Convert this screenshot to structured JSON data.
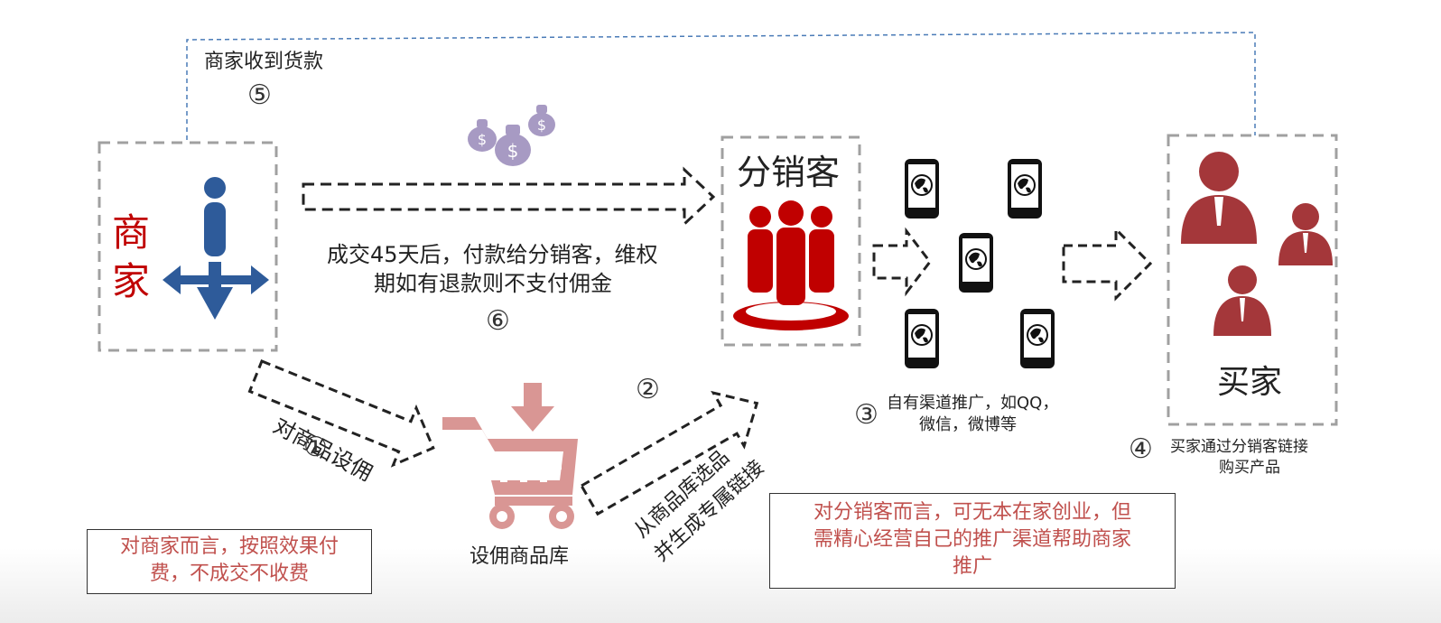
{
  "merchant": {
    "label_line1": "商",
    "label_line2": "家"
  },
  "distributor": {
    "label": "分销客"
  },
  "buyer": {
    "label": "买家"
  },
  "top_payment": {
    "text": "商家收到货款",
    "step": "⑤"
  },
  "settlement": {
    "line1": "成交45天后，付款给分销客，维权",
    "line2": "期如有退款则不支付佣金",
    "step": "⑥"
  },
  "step1": {
    "label": "对商品设佣",
    "step": "①"
  },
  "step2": {
    "label_line1": "从商品库选品",
    "label_line2": "并生成专属链接",
    "step": "②"
  },
  "step3": {
    "line1": "自有渠道推广，如QQ，",
    "line2": "微信，微博等",
    "step": "③"
  },
  "step4": {
    "line1": "买家通过分销客链接",
    "line2": "购买产品",
    "step": "④"
  },
  "library": {
    "label": "设佣商品库"
  },
  "note_merchant": {
    "line1": "对商家而言，按照效果付",
    "line2": "费，不成交不收费"
  },
  "note_distributor": {
    "line1": "对分销客而言，可无本在家创业，但",
    "line2": "需精心经营自己的推广渠道帮助商家",
    "line3": "推广"
  },
  "colors": {
    "red": "#c00000",
    "dark_red": "#a4373a",
    "blue": "#2e5b9a",
    "purple": "#a79ac3",
    "pink": "#d99694",
    "note_text": "#c0504d",
    "dashed_gray": "#a0a0a0",
    "dashed_blue": "#4a7bb7"
  }
}
